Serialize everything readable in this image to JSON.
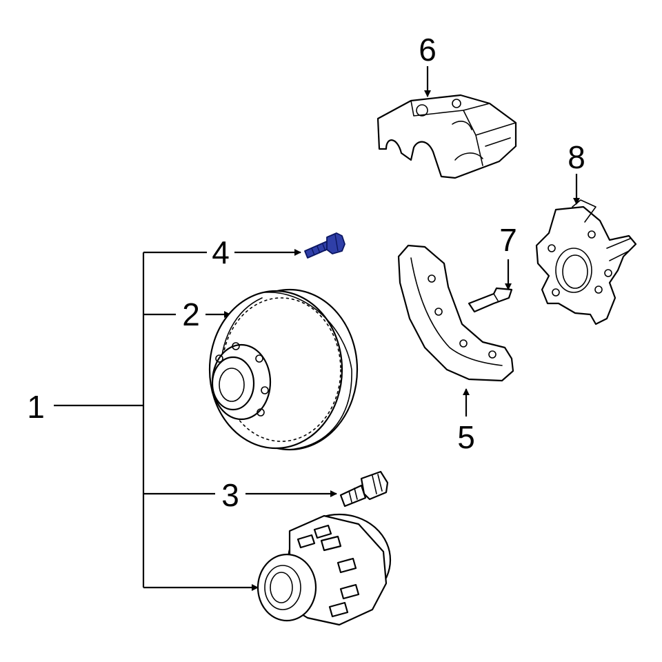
{
  "diagram": {
    "highlight_color": "#2f3fa8",
    "line_color": "#000000",
    "background": "#ffffff",
    "callouts": {
      "c1": "1",
      "c2": "2",
      "c3": "3",
      "c4": "4",
      "c5": "5",
      "c6": "6",
      "c7": "7",
      "c8": "8"
    }
  }
}
